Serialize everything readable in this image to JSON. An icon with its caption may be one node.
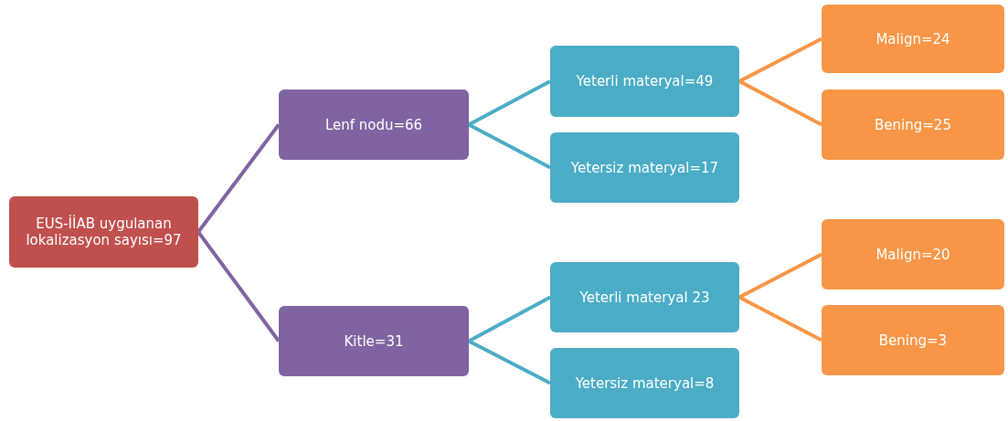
{
  "diagram": {
    "nodes": [
      {
        "text": [
          "EUS-İİAB uygulanan lokalizasyon sayısı=97"
        ]
      },
      {
        "text": [
          "Lenf nodu=66"
        ]
      },
      {
        "text": [
          "Kitle=31"
        ]
      },
      {
        "text": [
          "Yeterli materyal=49"
        ]
      },
      {
        "text": [
          "Yetersiz materyal=17"
        ]
      },
      {
        "text": [
          "Yeterli materyal 23"
        ]
      },
      {
        "text": [
          "Yetersiz materyal=8"
        ]
      },
      {
        "text": [
          "Malign=24"
        ]
      },
      {
        "text": [
          "Bening=25"
        ]
      },
      {
        "text": [
          "Malign=20"
        ]
      },
      {
        "text": [
          "Bening=3"
        ]
      }
    ],
    "edges": [
      {
        "from": 0,
        "to": 1,
        "arrow": "none",
        "color": "#8064a2"
      },
      {
        "from": 0,
        "to": 2,
        "arrow": "none",
        "color": "#8064a2"
      },
      {
        "from": 1,
        "to": 3,
        "arrow": "none",
        "color": "#4bacc6"
      },
      {
        "from": 1,
        "to": 4,
        "arrow": "none",
        "color": "#4bacc6"
      },
      {
        "from": 2,
        "to": 5,
        "arrow": "none",
        "color": "#4bacc6"
      },
      {
        "from": 2,
        "to": 6,
        "arrow": "none",
        "color": "#4bacc6"
      },
      {
        "from": 3,
        "to": 7,
        "arrow": "none",
        "color": "#f79646"
      },
      {
        "from": 3,
        "to": 8,
        "arrow": "none",
        "color": "#f79646"
      },
      {
        "from": 5,
        "to": 9,
        "arrow": "none",
        "color": "#f79646"
      },
      {
        "from": 5,
        "to": 10,
        "arrow": "none",
        "color": "#f79646"
      }
    ]
  }
}
